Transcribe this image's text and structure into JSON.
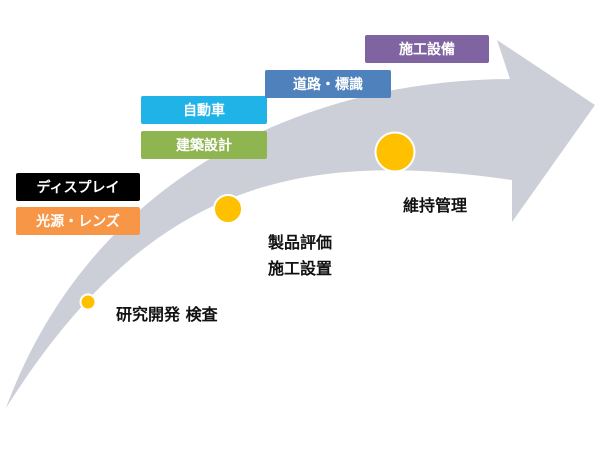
{
  "colors": {
    "arrow": "#cdcfd8",
    "marker": "#ffc000",
    "marker_outline": "#ffffff"
  },
  "stages": [
    {
      "lines": [
        "研究開発 検査"
      ]
    },
    {
      "lines": [
        "製品評価",
        "施工設置"
      ]
    },
    {
      "lines": [
        "維持管理"
      ]
    }
  ],
  "tags": [
    {
      "label": "ディスプレイ",
      "color": "#000000"
    },
    {
      "label": "光源・レンズ",
      "color": "#f79646"
    },
    {
      "label": "自動車",
      "color": "#1fb3e8"
    },
    {
      "label": "建築設計",
      "color": "#8fb551"
    },
    {
      "label": "道路・標識",
      "color": "#4f81bd"
    },
    {
      "label": "施工設備",
      "color": "#8064a2"
    }
  ]
}
